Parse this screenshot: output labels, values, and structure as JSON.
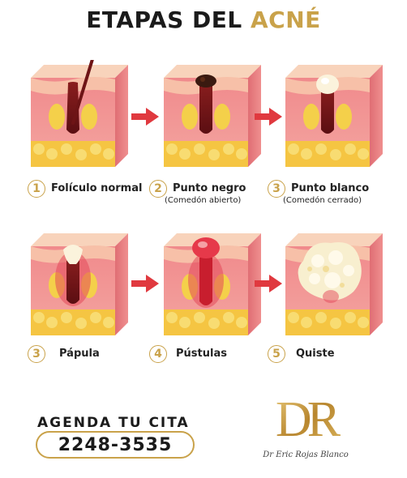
{
  "header": {
    "title_part1": "ETAPAS DEL ",
    "title_part2": "ACNÉ"
  },
  "stages": [
    {
      "number": "1",
      "name": "Folículo normal",
      "subtitle": ""
    },
    {
      "number": "2",
      "name": "Punto negro",
      "subtitle": "(Comedón abierto)"
    },
    {
      "number": "3",
      "name": "Punto blanco",
      "subtitle": "(Comedón cerrado)"
    },
    {
      "number": "3",
      "name": "Pápula",
      "subtitle": ""
    },
    {
      "number": "4",
      "name": "Pústulas",
      "subtitle": ""
    },
    {
      "number": "5",
      "name": "Quiste",
      "subtitle": ""
    }
  ],
  "cta": {
    "label": "AGENDA TU CITA",
    "phone": "2248-3535"
  },
  "brand": {
    "monogram": "DR",
    "signature": "Dr Eric Rojas Blanco"
  },
  "colors": {
    "gold": "#c9a24a",
    "arrow": "#e0393f",
    "dark": "#1b1b1b"
  }
}
